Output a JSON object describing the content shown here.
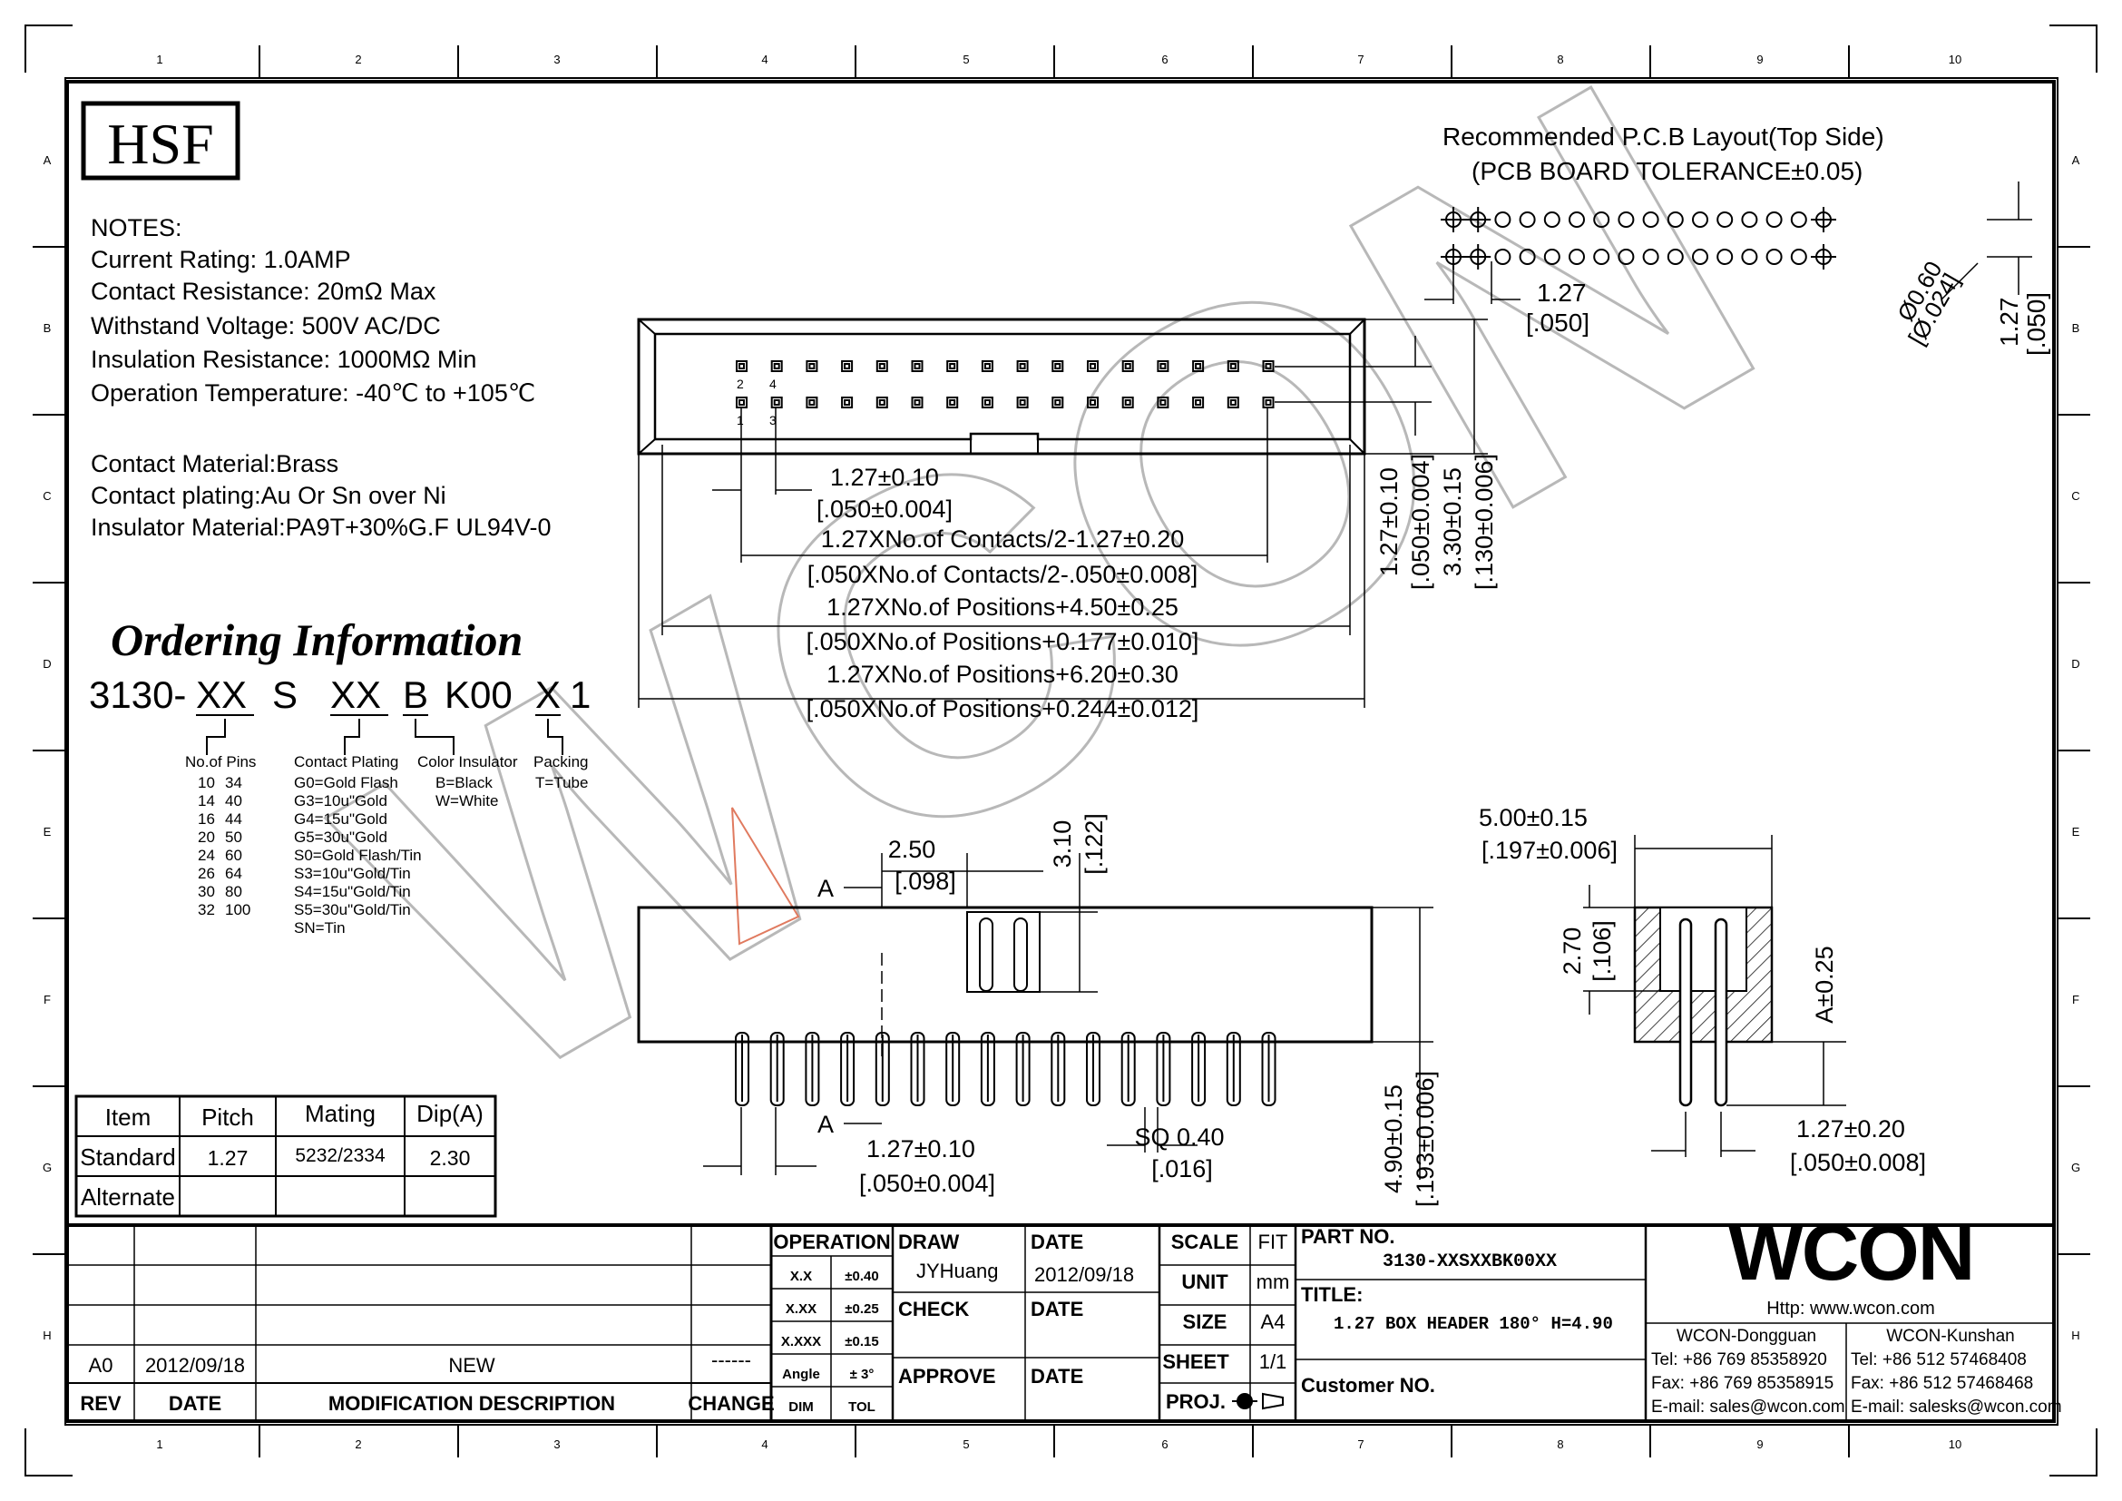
{
  "border": {
    "columns": [
      "1",
      "2",
      "3",
      "4",
      "5",
      "6",
      "7",
      "8",
      "9",
      "10"
    ],
    "rows": [
      "A",
      "B",
      "C",
      "D",
      "E",
      "F",
      "G",
      "H"
    ]
  },
  "logo": {
    "text": "HSF"
  },
  "notes": {
    "heading": "NOTES:",
    "lines": [
      "Current Rating: 1.0AMP",
      "Contact Resistance: 20mΩ Max",
      "Withstand Voltage: 500V AC/DC",
      "Insulation Resistance: 1000MΩ Min",
      "Operation Temperature: -40℃ to +105℃"
    ],
    "material_lines": [
      "Contact Material:Brass",
      "Contact plating:Au Or Sn over Ni",
      "Insulator Material:PA9T+30%G.F UL94V-0"
    ]
  },
  "ordering": {
    "title": "Ordering Information",
    "code": {
      "prefix": "3130-",
      "xx1": "XX",
      "s": "S",
      "xx2": "XX",
      "b": "B",
      "k00": "K00",
      "x": "X",
      "one": "1"
    },
    "pins_label": "No.of Pins",
    "pins_col1": [
      "10",
      "14",
      "16",
      "20",
      "24",
      "26",
      "30",
      "32"
    ],
    "pins_col2": [
      "34",
      "40",
      "44",
      "50",
      "60",
      "64",
      "80",
      "100"
    ],
    "plating_label": "Contact Plating",
    "plating": [
      "G0=Gold Flash",
      "G3=10u\"Gold",
      "G4=15u\"Gold",
      "G5=30u\"Gold",
      "S0=Gold Flash/Tin",
      "S3=10u\"Gold/Tin",
      "S4=15u\"Gold/Tin",
      "S5=30u\"Gold/Tin",
      "SN=Tin"
    ],
    "color_label": "Color Insulator",
    "colors": [
      "B=Black",
      "W=White"
    ],
    "packing_label": "Packing",
    "packing": [
      "T=Tube"
    ]
  },
  "pitch_table": {
    "headers": [
      "Item",
      "Pitch",
      "Mating",
      "Dip(A)"
    ],
    "rows": [
      [
        "Standard",
        "1.27",
        "5232/2334",
        "2.30"
      ],
      [
        "Alternate",
        "",
        "",
        ""
      ]
    ]
  },
  "pcb": {
    "title": "Recommended P.C.B Layout(Top Side)",
    "subtitle": "(PCB BOARD TOLERANCE±0.05)",
    "pitch": "1.27",
    "pitch_in": "[.050]",
    "hole": "Ø0.60",
    "hole_in": "[Ø.024]",
    "row_pitch": "1.27",
    "row_pitch_in": "[.050]"
  },
  "top_view": {
    "pin_labels": [
      "2",
      "4",
      "1",
      "3"
    ],
    "dim_pitch": "1.27±0.10",
    "dim_pitch_in": "[.050±0.004]",
    "dim_contacts": "1.27XNo.of Contacts/2-1.27±0.20",
    "dim_contacts_in": "[.050XNo.of Contacts/2-.050±0.008]",
    "dim_positions": "1.27XNo.of Positions+4.50±0.25",
    "dim_positions_in": "[.050XNo.of Positions+0.177±0.010]",
    "dim_overall": "1.27XNo.of Positions+6.20±0.30",
    "dim_overall_in": "[.050XNo.of Positions+0.244±0.012]",
    "dim_row": "1.27±0.10",
    "dim_row_in": "[.050±0.004]",
    "dim_width": "3.30±0.15",
    "dim_width_in": "[.130±0.006]"
  },
  "front_view": {
    "section_label": "A",
    "dim_key": "2.50",
    "dim_key_in": "[.098]",
    "dim_key_h": "3.10",
    "dim_key_h_in": "[.122]",
    "dim_pitch": "1.27±0.10",
    "dim_pitch_in": "[.050±0.004]",
    "dim_sq": "SQ 0.40",
    "dim_sq_in": "[.016]",
    "dim_height": "4.90±0.15",
    "dim_height_in": "[.193±0.006]"
  },
  "side_view": {
    "dim_width": "5.00±0.15",
    "dim_width_in": "[.197±0.006]",
    "dim_base": "2.70",
    "dim_base_in": "[.106]",
    "dim_a": "A±0.25",
    "dim_pitch": "1.27±0.20",
    "dim_pitch_in": "[.050±0.008]"
  },
  "watermark": "WCON",
  "title_block": {
    "revision": {
      "rev": "A0",
      "date": "2012/09/18",
      "description": "NEW",
      "change": "------"
    },
    "rev_headers": [
      "REV",
      "DATE",
      "MODIFICATION DESCRIPTION",
      "CHANGE"
    ],
    "operation": "OPERATION",
    "tolerances": [
      [
        "X.X",
        "±0.40"
      ],
      [
        "X.XX",
        "±0.25"
      ],
      [
        "X.XXX",
        "±0.15"
      ],
      [
        "Angle",
        "± 3°"
      ],
      [
        "DIM",
        "TOL"
      ]
    ],
    "draw_label": "DRAW",
    "draw_name": "JYHuang",
    "date_label": "DATE",
    "draw_date": "2012/09/18",
    "check_label": "CHECK",
    "approve_label": "APPROVE",
    "scale_label": "SCALE",
    "scale": "FIT",
    "unit_label": "UNIT",
    "unit": "mm",
    "size_label": "SIZE",
    "size": "A4",
    "sheet_label": "SHEET",
    "sheet": "1/1",
    "proj_label": "PROJ.",
    "part_no_label": "PART NO.",
    "part_no": "3130-XXSXXBK00XX",
    "title_label": "TITLE:",
    "title": "1.27 BOX HEADER 180° H=4.90",
    "customer_label": "Customer NO.",
    "brand": "WCON",
    "http": "Http: www.wcon.com",
    "dongguan": {
      "name": "WCON-Dongguan",
      "tel": "Tel: +86 769 85358920",
      "fax": "Fax: +86 769 85358915",
      "email": "E-mail: sales@wcon.com"
    },
    "kunshan": {
      "name": "WCON-Kunshan",
      "tel": "Tel: +86 512 57468408",
      "fax": "Fax: +86 512 57468468",
      "email": "E-mail: salesks@wcon.com"
    }
  }
}
